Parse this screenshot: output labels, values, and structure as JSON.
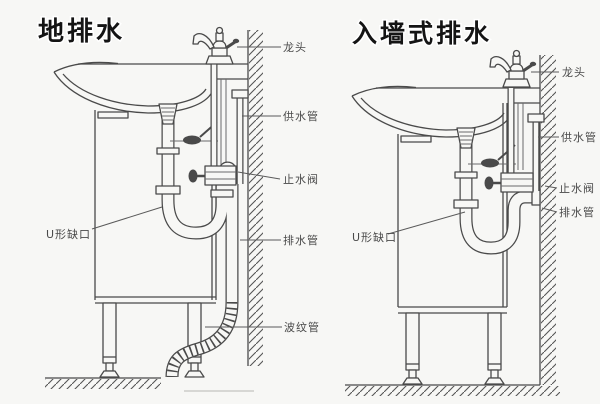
{
  "colors": {
    "background": "#f7f7f5",
    "line": "#4a4a4a",
    "label_text": "#4a4a4a",
    "title_text": "#141414"
  },
  "left_diagram": {
    "title": "地排水",
    "labels": {
      "faucet": "龙头",
      "supply_pipe": "供水管",
      "stop_valve": "止水阀",
      "drain_pipe": "排水管",
      "corrugated_pipe": "波纹管",
      "u_notch": "U形缺口"
    }
  },
  "right_diagram": {
    "title": "入墙式排水",
    "labels": {
      "faucet": "龙头",
      "supply_pipe": "供水管",
      "stop_valve": "止水阀",
      "drain_pipe": "排水管",
      "u_notch": "U形缺口"
    }
  }
}
